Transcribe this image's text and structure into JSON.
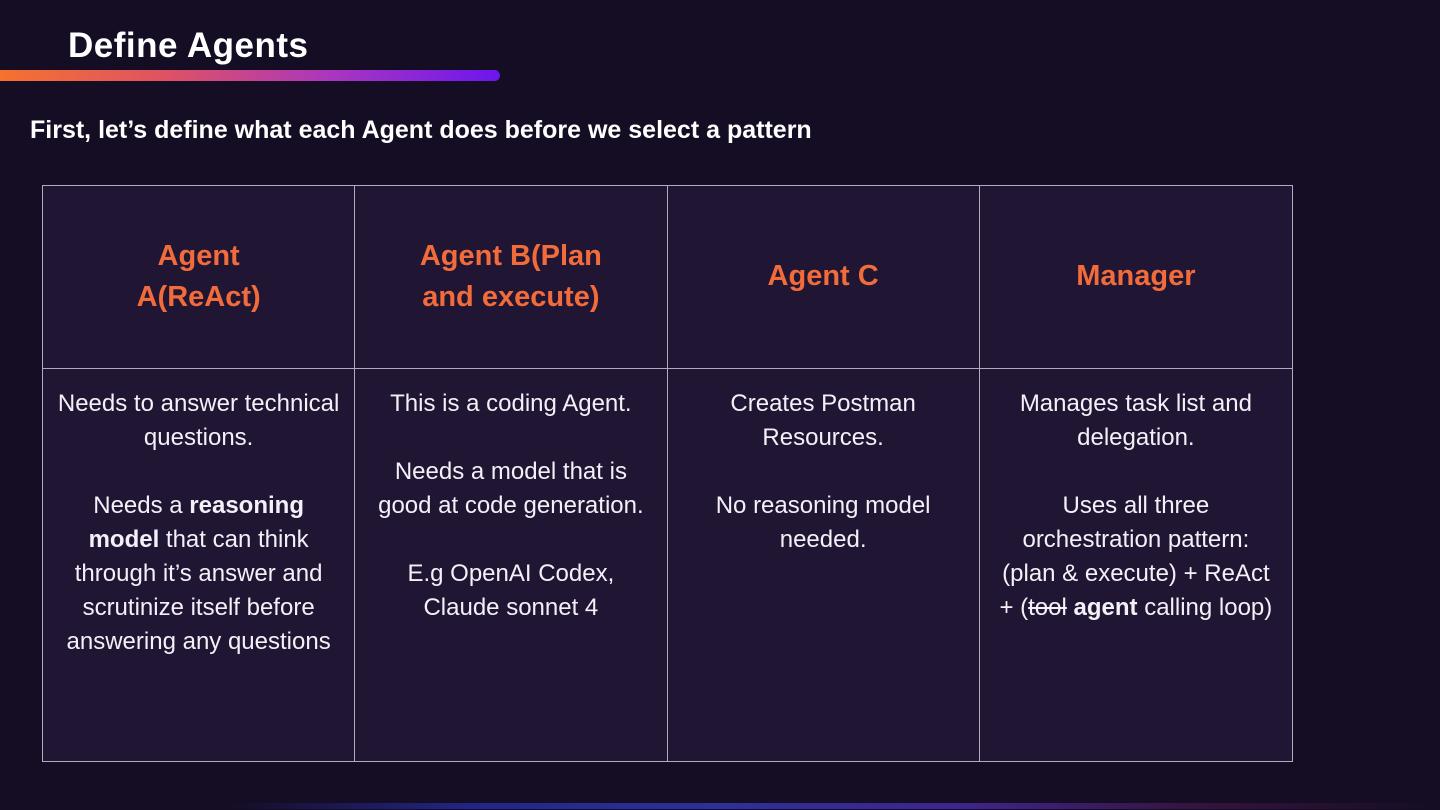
{
  "slide": {
    "title": "Define Agents",
    "subtitle": "First, let’s define what each Agent does before we select a pattern",
    "background_color": "#150d24",
    "header_text_color": "#F26B3A",
    "table_border_color": "#b2aabf",
    "accent_bar_top": {
      "colors": [
        "#F5722F",
        "#DE5264",
        "#A936C0",
        "#6C16EE"
      ]
    },
    "accent_bar_bottom": {
      "colors": [
        "rgba(21,13,36,0)",
        "#2B35C8",
        "#3D47E6",
        "#5B35D4",
        "#4A1850",
        "rgba(21,13,36,0)"
      ]
    },
    "table": {
      "columns": [
        {
          "header": "Agent\nA(ReAct)",
          "paragraphs": [
            [
              {
                "text": "Needs to answer technical questions."
              }
            ],
            [
              {
                "text": "Needs a "
              },
              {
                "text": "reasoning model",
                "bold": true
              },
              {
                "text": " that can think through it’s answer and scrutinize itself before answering any questions"
              }
            ]
          ]
        },
        {
          "header": "Agent B(Plan\nand execute)",
          "paragraphs": [
            [
              {
                "text": "This is a coding Agent."
              }
            ],
            [
              {
                "text": "Needs a model that is good at code generation."
              }
            ],
            [
              {
                "text": "E.g OpenAI Codex, Claude sonnet 4"
              }
            ]
          ]
        },
        {
          "header": "Agent C",
          "paragraphs": [
            [
              {
                "text": "Creates Postman Resources."
              }
            ],
            [
              {
                "text": "No reasoning model needed."
              }
            ]
          ]
        },
        {
          "header": "Manager",
          "paragraphs": [
            [
              {
                "text": "Manages task list and delegation."
              }
            ],
            [
              {
                "text": "Uses all three orchestration pattern: (plan & execute) + ReAct + ("
              },
              {
                "text": "tool",
                "strike": true
              },
              {
                "text": " "
              },
              {
                "text": "agent",
                "bold": true
              },
              {
                "text": " calling loop)"
              }
            ]
          ]
        }
      ]
    }
  }
}
